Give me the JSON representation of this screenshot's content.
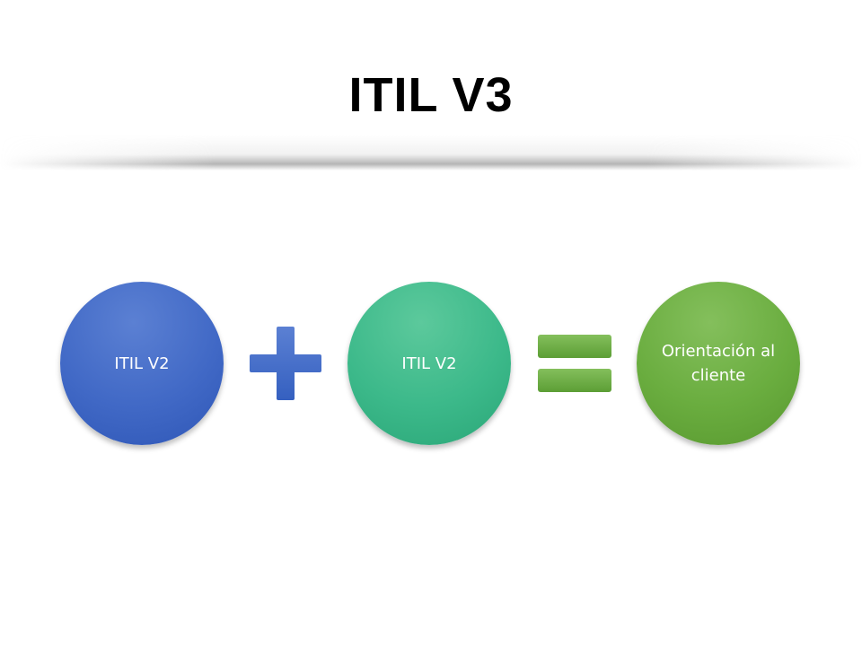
{
  "slide": {
    "title": "ITIL V3"
  },
  "diagram": {
    "nodes": [
      {
        "id": "left",
        "label": "ITIL V2",
        "color": "#4169c6"
      },
      {
        "id": "middle",
        "label": "ITIL V2",
        "color": "#3cb98a"
      },
      {
        "id": "result",
        "label": "Orientación al cliente",
        "color": "#6aad3f"
      }
    ],
    "operators": [
      {
        "symbol": "plus",
        "icon": "plus-icon",
        "color": "#4169c6"
      },
      {
        "symbol": "equals",
        "icon": "equals-icon",
        "color": "#6aad3f"
      }
    ]
  }
}
